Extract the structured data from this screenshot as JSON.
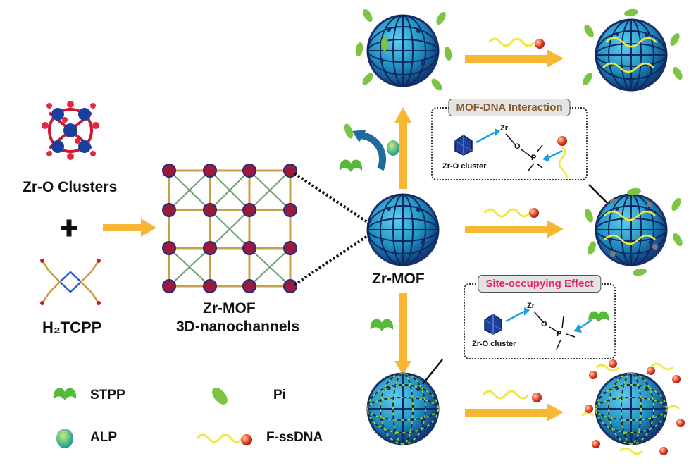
{
  "reactants": {
    "cluster_label": "Zr-O Clusters",
    "plus": "+",
    "linker_label": "H₂TCPP"
  },
  "framework": {
    "line1": "Zr-MOF",
    "line2": "3D-nanochannels"
  },
  "center_label": "Zr-MOF",
  "interaction_box": {
    "title": "MOF-DNA Interaction",
    "cluster_label": "Zr-O cluster",
    "zr": "Zr",
    "o": "O",
    "p": "P"
  },
  "site_box": {
    "title": "Site-occupying Effect",
    "cluster_label": "Zr-O cluster",
    "zr": "Zr",
    "o": "O",
    "p": "P"
  },
  "legend": {
    "stpp": "STPP",
    "pi": "Pi",
    "alp": "ALP",
    "fssdna": "F-ssDNA"
  },
  "colors": {
    "arrow": "#f7b733",
    "sphere": "#1f8fbf",
    "sphere_dark": "#14306b",
    "stpp": "#57b93a",
    "pi": "#7cc441",
    "alp": "#2aa7a0",
    "dna": "#f0e63c",
    "fluor": "#e84a2a",
    "interaction_title": "#8b5a2b",
    "site_title": "#e8206a",
    "blue_arrow": "#1aa0e0"
  }
}
